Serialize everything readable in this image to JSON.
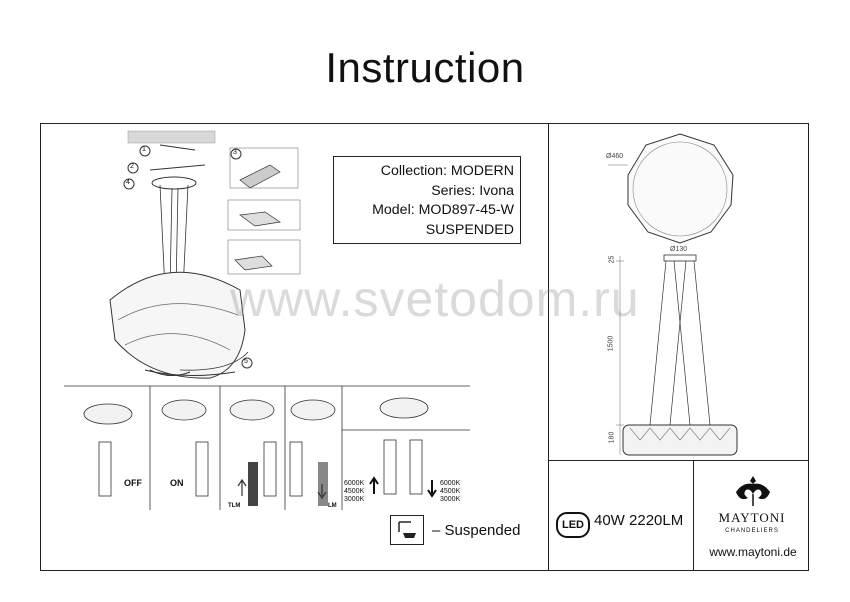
{
  "header": {
    "title": "Instruction"
  },
  "info": {
    "collection": "Collection: MODERN",
    "series": "Series: Ivona",
    "model": "Model: MOD897-45-W",
    "type": "SUSPENDED"
  },
  "watermark": "www.svetodom.ru",
  "steps": {
    "s1": "1",
    "s2": "2",
    "s3": "3",
    "s4": "4",
    "s5": "5"
  },
  "switch_panels": {
    "off": "OFF",
    "on": "ON",
    "tlm": "TLM",
    "lm": "LM"
  },
  "color_temps": {
    "left": [
      "6000K",
      "4500K",
      "3000K"
    ],
    "right": [
      "6000K",
      "4500K",
      "3000K"
    ]
  },
  "dimensions": {
    "diameter": "Ø460",
    "canopy": "Ø130",
    "top": "25",
    "height": "1500",
    "body": "180"
  },
  "legend": {
    "suspended": "– Suspended"
  },
  "spec": {
    "led_badge": "LED",
    "power": "40W 2220LM"
  },
  "brand": {
    "name": "MAYTONI",
    "sub": "CHANDELIERS",
    "website": "www.maytoni.de"
  }
}
